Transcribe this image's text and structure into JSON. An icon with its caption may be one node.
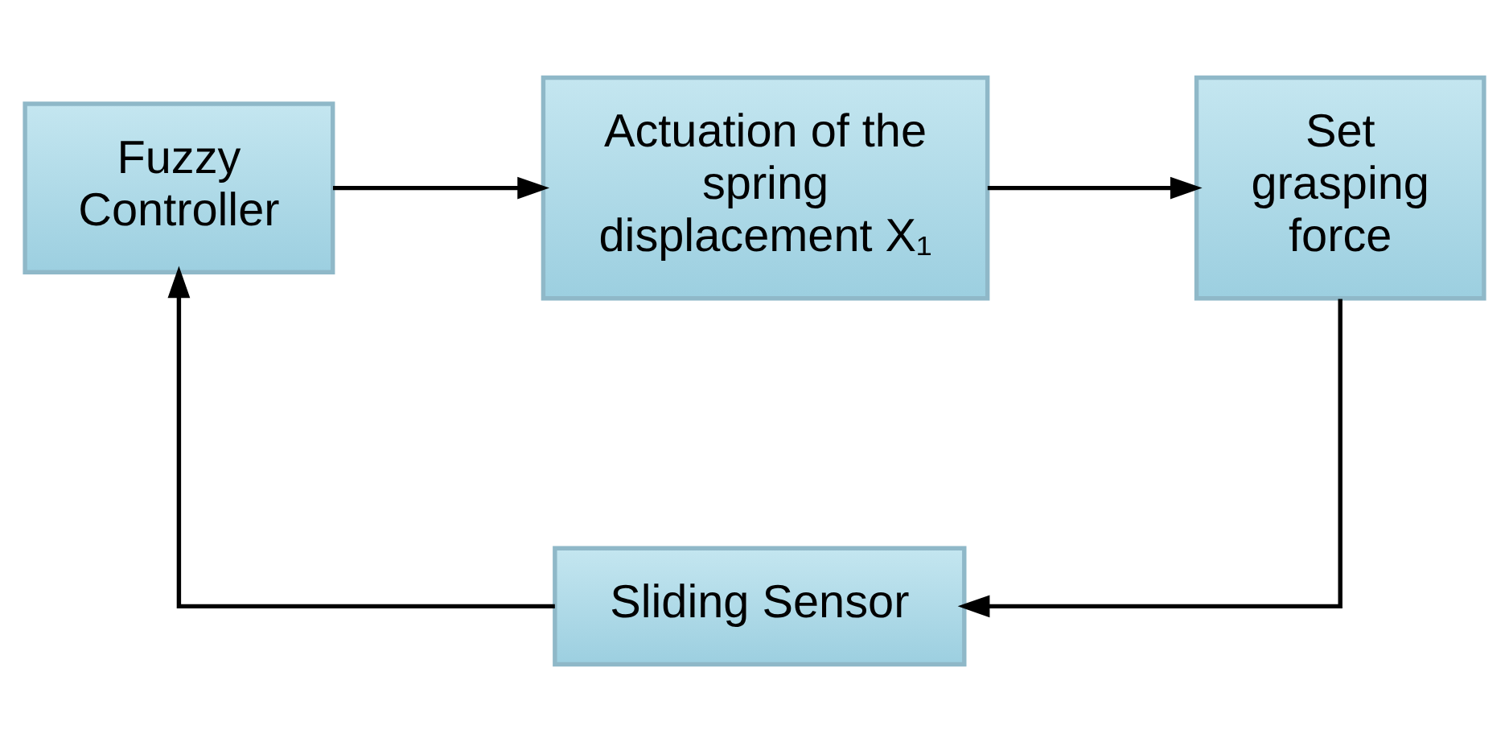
{
  "diagram": {
    "nodes": [
      {
        "text": [
          "Fuzzy Controller"
        ]
      },
      {
        "text": [
          "Actuation of the spring displacement X₁"
        ]
      },
      {
        "text": [
          "Set grasping force"
        ]
      },
      {
        "text": [
          "Sliding Sensor"
        ]
      }
    ],
    "edges": [
      {
        "from": 0,
        "to": 1,
        "arrow": "to"
      },
      {
        "from": 1,
        "to": 2,
        "arrow": "to"
      },
      {
        "from": 2,
        "to": 3,
        "arrow": "to"
      },
      {
        "from": 3,
        "to": 0,
        "arrow": "to"
      }
    ]
  }
}
